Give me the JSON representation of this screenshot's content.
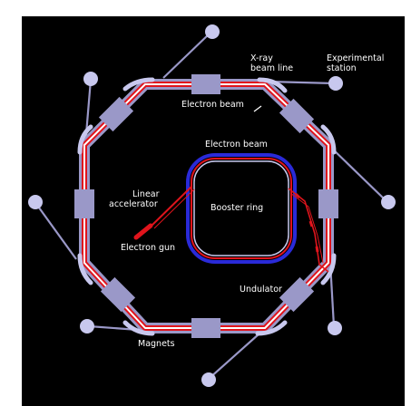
{
  "colors": {
    "background": "#000000",
    "canvas": "#ffffff",
    "component": "#9a98c8",
    "component_light": "#c8c8ee",
    "beam_red": "#e0141c",
    "beam_core": "#ffffff",
    "booster_blue": "#2a2ad8",
    "label": "#ffffff"
  },
  "labels": {
    "xray_beam_line": [
      "X-ray",
      "beam line"
    ],
    "experimental_station": [
      "Experimental",
      "station"
    ],
    "electron_beam_storage": "Electron beam",
    "electron_beam_booster": "Electron beam",
    "linear_accelerator": [
      "Linear",
      "accelerator"
    ],
    "booster_ring": "Booster ring",
    "electron_gun": "Electron gun",
    "undulator": "Undulator",
    "magnets": "Magnets"
  },
  "icons": {
    "magnet": "magnet-block-icon",
    "station": "station-circle-icon",
    "gun": "electron-gun-icon"
  }
}
